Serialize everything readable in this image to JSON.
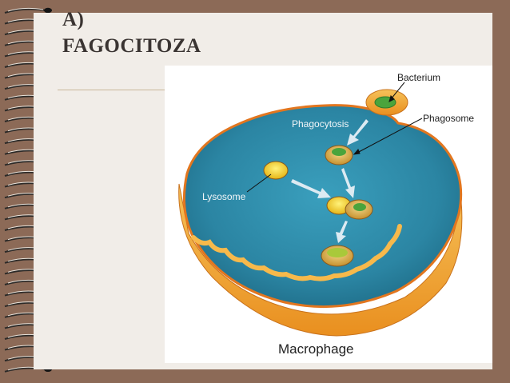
{
  "slide": {
    "heading_line1": "A)",
    "heading_line2": "FAGOCITOZA"
  },
  "figure": {
    "labels": {
      "bacterium": "Bacterium",
      "phagocytosis": "Phagocytosis",
      "phagosome": "Phagosome",
      "lysosome": "Lysosome",
      "macrophage": "Macrophage"
    }
  },
  "colors": {
    "frame": "#8c6a57",
    "slide_bg": "#f1ede8",
    "cytoplasm": "#2f8fae",
    "membrane": "#f0a533",
    "bacterium": "#4aa43c",
    "lysosome": "#f4d52a",
    "arrow": "#dceaf2"
  }
}
